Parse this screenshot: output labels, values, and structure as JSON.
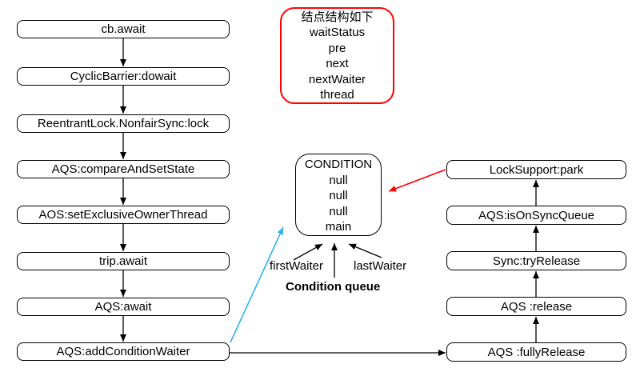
{
  "diagram": {
    "left_flow": [
      "cb.await",
      "CyclicBarrier:dowait",
      "ReentrantLock.NonfairSync:lock",
      "AQS:compareAndSetState",
      "AOS:setExclusiveOwnerThread",
      "trip.await",
      "AQS:await",
      "AQS:addConditionWaiter"
    ],
    "right_flow": [
      "LockSupport:park",
      "AQS:isOnSyncQueue",
      "Sync:tryRelease",
      "AQS :release",
      "AQS :fullyRelease"
    ],
    "node_structure": {
      "title": "结点结构如下",
      "fields": [
        "waitStatus",
        "pre",
        "next",
        "nextWaiter",
        "thread"
      ]
    },
    "condition_box": {
      "title": "CONDITION",
      "values": [
        "null",
        "null",
        "null",
        "main"
      ]
    },
    "labels": {
      "first_waiter": "firstWaiter",
      "last_waiter": "lastWaiter",
      "condition_queue": "Condition queue"
    },
    "colors": {
      "box_border": "#000000",
      "callout_border": "#ff0000",
      "arrow_black": "#000000",
      "arrow_cyan": "#2eb2ee",
      "arrow_red": "#ff0000"
    }
  }
}
